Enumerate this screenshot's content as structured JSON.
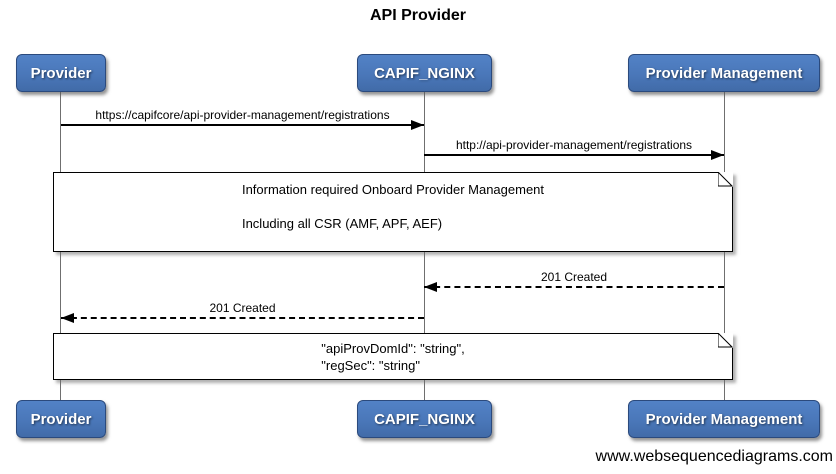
{
  "diagram": {
    "title": "API Provider",
    "watermark": "www.websequencediagrams.com"
  },
  "actors": [
    {
      "id": "provider",
      "label": "Provider"
    },
    {
      "id": "capif-nginx",
      "label": "CAPIF_NGINX"
    },
    {
      "id": "provider-management",
      "label": "Provider Management"
    }
  ],
  "messages": [
    {
      "label": "https://capifcore/api-provider-management/registrations",
      "from": "Provider",
      "to": "CAPIF_NGINX",
      "style": "solid"
    },
    {
      "label": "http://api-provider-management/registrations",
      "from": "CAPIF_NGINX",
      "to": "Provider Management",
      "style": "solid"
    },
    {
      "label": "201 Created",
      "from": "Provider Management",
      "to": "CAPIF_NGINX",
      "style": "dashed"
    },
    {
      "label": "201 Created",
      "from": "CAPIF_NGINX",
      "to": "Provider",
      "style": "dashed"
    }
  ],
  "notes": [
    {
      "lines": [
        "Information required Onboard Provider Management",
        "",
        "Including all CSR (AMF, APF, AEF)"
      ]
    },
    {
      "lines": [
        "\"apiProvDomId\": \"string\",",
        "\"regSec\": \"string\""
      ]
    }
  ],
  "colors": {
    "actor_fill": "#4a77b9",
    "actor_border": "#2b4a7d",
    "actor_text": "#ffffff",
    "message_line": "#000000",
    "lifeline": "#6f6f6f",
    "note_fill": "#ffffff",
    "note_border": "#000000",
    "background": "#ffffff"
  }
}
